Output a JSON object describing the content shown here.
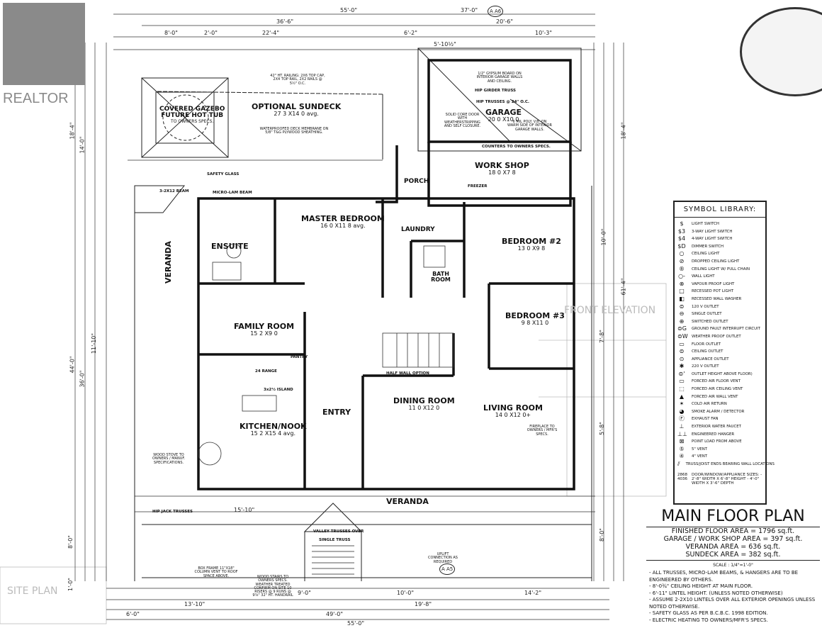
{
  "watermark": {
    "logo_text": "REALTOR",
    "color": "#8a8a8a"
  },
  "title_block": {
    "title": "MAIN FLOOR PLAN",
    "areas": [
      "FINISHED FLOOR AREA = 1796 sq.ft.",
      "GARAGE / WORK SHOP AREA = 397 sq.ft.",
      "VERANDA AREA = 636 sq.ft.",
      "SUNDECK AREA = 382 sq.ft."
    ],
    "scale": "SCALE : 1/4\"=1'-0\"",
    "notes": [
      "- ALL TRUSSES, MICRO-LAM BEAMS, & HANGERS ARE TO BE ENGINEERED BY OTHERS.",
      "- 8'-0¾\" CEILING HEIGHT AT MAIN FLOOR.",
      "- 6'-11\" LINTEL HEIGHT. (UNLESS NOTED OTHERWISE)",
      "- ASSUME 2-2X10 LINTELS OVER ALL EXTERIOR OPENINGS UNLESS NOTED OTHERWISE.",
      "- SAFETY GLASS AS PER B.C.B.C. 1998 EDITION.",
      "- ELECTRIC HEATING TO OWNERS/MFR'S SPECS."
    ]
  },
  "symbol_library": {
    "title": "SYMBOL LIBRARY:",
    "items": [
      {
        "sym": "$",
        "label": "LIGHT SWITCH"
      },
      {
        "sym": "$3",
        "label": "3-WAY LIGHT SWITCH"
      },
      {
        "sym": "$4",
        "label": "4-WAY LIGHT SWITCH"
      },
      {
        "sym": "$D",
        "label": "DIMMER SWITCH"
      },
      {
        "sym": "○",
        "label": "CEILING LIGHT"
      },
      {
        "sym": "⊘",
        "label": "DROPPED CEILING LIGHT"
      },
      {
        "sym": "®",
        "label": "CEILING LIGHT W/ PULL CHAIN"
      },
      {
        "sym": "○-",
        "label": "WALL LIGHT"
      },
      {
        "sym": "⊗",
        "label": "VAPOUR PROOF LIGHT"
      },
      {
        "sym": "□",
        "label": "RECESSED POT LIGHT"
      },
      {
        "sym": "◧",
        "label": "RECESSED WALL WASHER"
      },
      {
        "sym": "⊜",
        "label": "120 V OUTLET"
      },
      {
        "sym": "⊖",
        "label": "SINGLE OUTLET"
      },
      {
        "sym": "⊕",
        "label": "SWITCHED OUTLET"
      },
      {
        "sym": "⊜G",
        "label": "GROUND FAULT INTERRUPT CIRCUIT"
      },
      {
        "sym": "⊜W",
        "label": "WEATHER PROOF OUTLET"
      },
      {
        "sym": "▭",
        "label": "FLOOR OUTLET"
      },
      {
        "sym": "⊜",
        "label": "CEILING OUTLET"
      },
      {
        "sym": "⊙",
        "label": "APPLIANCE OUTLET"
      },
      {
        "sym": "✱",
        "label": "220 V OUTLET"
      },
      {
        "sym": "⊜'",
        "label": "OUTLET HEIGHT ABOVE FLOOR)"
      },
      {
        "sym": "▭",
        "label": "FORCED AIR FLOOR VENT"
      },
      {
        "sym": "⬚",
        "label": "FORCED AIR CEILING VENT"
      },
      {
        "sym": "▲",
        "label": "FORCED AIR WALL VENT"
      },
      {
        "sym": "✶",
        "label": "COLD AIR RETURN"
      },
      {
        "sym": "◕",
        "label": "SMOKE ALARM / DETECTOR"
      },
      {
        "sym": "Ⓕ",
        "label": "EXHAUST FAN"
      },
      {
        "sym": "⊥",
        "label": "EXTERIOR WATER FAUCET"
      },
      {
        "sym": "⊥⊥",
        "label": "ENGINEERED HANGER"
      },
      {
        "sym": "⊠",
        "label": "POINT LOAD FROM ABOVE"
      },
      {
        "sym": "⑤",
        "label": "5\" VENT"
      },
      {
        "sym": "④",
        "label": "4\" VENT"
      },
      {
        "sym": "⫽",
        "label": "TRUSS/JOIST ENDS BEARING WALL LOCATIONS"
      }
    ],
    "door_note_codes": "2868 4036",
    "door_note": "DOOR/WINDOW/APPLIANCE SIZES: - 2'-8\" WIDTH X 6'-8\" HEIGHT - 4'-0\" WIDTH X 3'-6\" DEPTH"
  },
  "rooms": {
    "gazebo": {
      "name": "COVERED GAZEBO",
      "note": "FUTURE HOT TUB",
      "note2": "TO OWNERS SPECS."
    },
    "sundeck": {
      "name": "OPTIONAL SUNDECK",
      "size": "27 3 X14 0 avg.",
      "note": "WATERPROOFED DECK MEMBRANE ON 5/8\" T&G PLYWOOD SHEATHING."
    },
    "garage": {
      "name": "GARAGE",
      "size": "20 0 X10 0"
    },
    "workshop": {
      "name": "WORK SHOP",
      "size": "18 0 X7 8"
    },
    "master": {
      "name": "MASTER BEDROOM",
      "size": "16 0 X11 8 avg."
    },
    "ensuite": {
      "name": "ENSUITE"
    },
    "laundry": {
      "name": "LAUNDRY"
    },
    "porch": {
      "name": "PORCH"
    },
    "bath": {
      "name": "BATH ROOM"
    },
    "bedroom2": {
      "name": "BEDROOM #2",
      "size": "13 0 X9 8"
    },
    "bedroom3": {
      "name": "BEDROOM #3",
      "size": "9 8 X11 0"
    },
    "family": {
      "name": "FAMILY ROOM",
      "size": "15 2 X9 0"
    },
    "kitchen": {
      "name": "KITCHEN/NOOK",
      "size": "15 2 X15 4 avg."
    },
    "entry": {
      "name": "ENTRY"
    },
    "dining": {
      "name": "DINING ROOM",
      "size": "11 0 X12 0"
    },
    "living": {
      "name": "LIVING ROOM",
      "size": "14 0 X12 0+"
    },
    "veranda_left": {
      "name": "VERANDA"
    },
    "veranda_front": {
      "name": "VERANDA"
    }
  },
  "annotations": {
    "counters": "COUNTERS TO OWNERS SPECS.",
    "hip_girder": "HIP GIRDER TRUSS",
    "hip_trusses": "HIP TRUSSES @ 24\" O.C.",
    "gypsum": "1/2\" GYPSUM BOARD ON INTERIOR GARAGE WALLS AND CEILING.",
    "solid_door": "SOLID CORE DOOR WITH WEATHERSTRIPPING AND SELF CLOSURE.",
    "poly": "6 MIL POLY. V.B. ON WARM SIDE OF INTERIOR GARAGE WALLS.",
    "freezer": "FREEZER",
    "railing": "42\" HT. RAILING: 2X6 TOP CAP, 2X4 TOP RAIL, 2X2 RAILS @ 5½\" O.C.",
    "safety_glass": "SAFETY GLASS",
    "micro_lam": "MICRO-LAM BEAM",
    "beam": "3-2X12 BEAM",
    "valley": "VALLEY TRUSSES OVER",
    "single_truss": "SINGLE TRUSS",
    "box_frame": "BOX FRAME 11\"X18\" COLUMN VENT TO ROOF SPACE ABOVE.",
    "wood_stairs": "WOOD STAIRS TO OWNERS SPECS. WEATHER TREATED CONFIRM ON SITE 10 RISERS @ 9 RUNS @ 9⅞\" 32\" HT. HANDRAIL",
    "uplift": "UPLIFT CONNECTION AS REQUIRED",
    "wood_stove": "WOOD STOVE TO OWNERS / MANUF. SPECIFICATIONS.",
    "fireplace": "FIREPLACE TO OWNERS / MFR'S SPECS.",
    "island": "3x2½ ISLAND",
    "pantry": "PANTRY",
    "range": "24 RANGE",
    "half_wall": "HALF WALL OPTION",
    "hip_jack": "HIP JACK TRUSSES"
  },
  "dimensions": {
    "top": [
      "37'-0\"",
      "36'-6\"",
      "22'-4\"",
      "20'-6\"",
      "8'-0\"",
      "2'-0\"",
      "6'-2\"",
      "10'-3\"",
      "5'-10½\""
    ],
    "bottom": [
      "55'-0\"",
      "49'-0\"",
      "13'-10\"",
      "9'-0\"",
      "10'-0\"",
      "14'-2\"",
      "6'-0\"",
      "15'-10\"",
      "19'-8\""
    ],
    "left": [
      "18'-4\"",
      "14'-0\"",
      "44'-0\"",
      "36'-0\"",
      "8'-0\"",
      "1'-0\"",
      "11'-10\""
    ],
    "right": [
      "18'-4\"",
      "61'-4\"",
      "10'-0\"",
      "7'-8\"",
      "8'-0\"",
      "5'-8\""
    ]
  },
  "section_markers": [
    "A A6",
    "A A5"
  ],
  "background_labels": [
    "FRONT ELEVATION",
    "SITE PLAN"
  ]
}
